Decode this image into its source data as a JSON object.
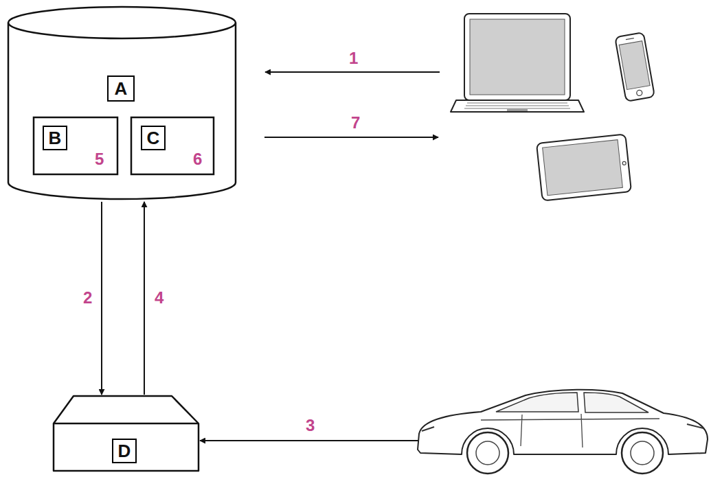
{
  "diagram": {
    "nodes": [
      {
        "text": [
          "A"
        ]
      },
      {
        "text": [
          "B",
          "5"
        ],
        "in": 0
      },
      {
        "text": [
          "C",
          "6"
        ],
        "in": 0
      },
      {
        "text": [
          "D"
        ]
      }
    ],
    "edges": [
      {
        "from": 0,
        "to": 3,
        "arrow": "to",
        "label": "2"
      },
      {
        "from": 3,
        "to": 0,
        "arrow": "to",
        "label": "4"
      }
    ],
    "labels": [
      "1",
      "7",
      "3"
    ]
  }
}
